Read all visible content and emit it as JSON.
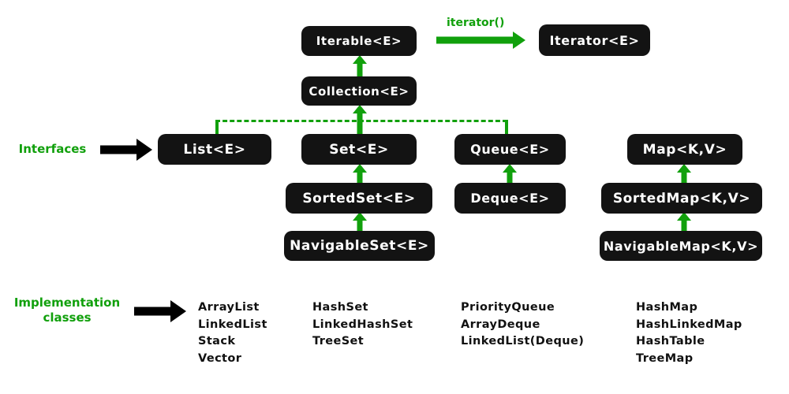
{
  "diagram": {
    "title": "Java Collections Framework hierarchy",
    "accent_green": "#11a00c",
    "box_fill": "#131313",
    "box_text": "#ffffff",
    "arrow_black": "#000000"
  },
  "labels": {
    "interfaces": "Interfaces",
    "implementation_line1": "Implementation",
    "implementation_line2": "classes"
  },
  "edges": {
    "iterator_label": "iterator()"
  },
  "nodes": {
    "iterable": "Iterable<E>",
    "iterator": "Iterator<E>",
    "collection": "Collection<E>",
    "list": "List<E>",
    "set": "Set<E>",
    "queue": "Queue<E>",
    "sorted_set": "SortedSet<E>",
    "deque": "Deque<E>",
    "navigable_set": "NavigableSet<E>",
    "map": "Map<K,V>",
    "sorted_map": "SortedMap<K,V>",
    "navigable_map": "NavigableMap<K,V>"
  },
  "implementations": {
    "list_column": [
      "ArrayList",
      "LinkedList",
      "Stack",
      "Vector"
    ],
    "set_column": [
      "HashSet",
      "LinkedHashSet",
      "TreeSet"
    ],
    "queue_column": [
      "PriorityQueue",
      "ArrayDeque",
      "LinkedList(Deque)"
    ],
    "map_column": [
      "HashMap",
      "HashLinkedMap",
      "HashTable",
      "TreeMap"
    ]
  }
}
